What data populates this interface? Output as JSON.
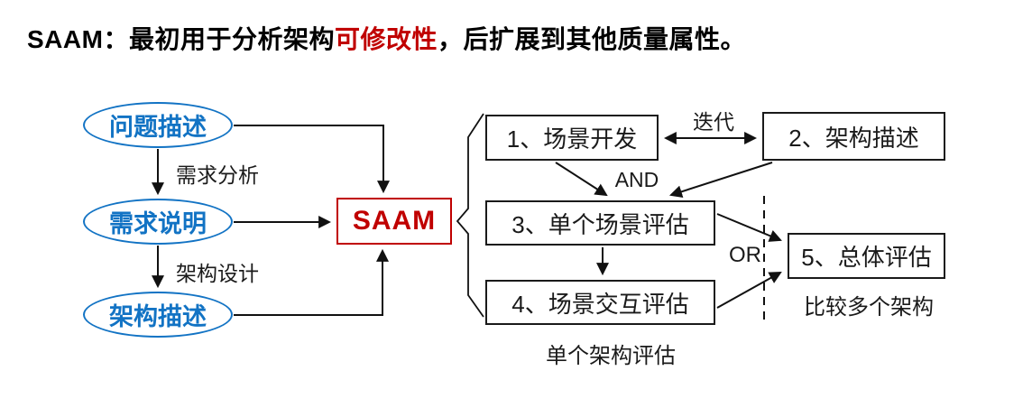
{
  "title": {
    "prefix": "SAAM：最初用于分析架构",
    "highlight": "可修改性",
    "suffix": "，后扩展到其他质量属性。"
  },
  "colors": {
    "blue": "#1273c4",
    "red": "#c00000",
    "line": "#111111"
  },
  "left_flow": {
    "ellipses": [
      {
        "label": "问题描述"
      },
      {
        "label": "需求说明"
      },
      {
        "label": "架构描述"
      }
    ],
    "edge_labels": [
      {
        "label": "需求分析"
      },
      {
        "label": "架构设计"
      }
    ],
    "saam": "SAAM"
  },
  "right_flow": {
    "boxes": [
      {
        "label": "1、场景开发"
      },
      {
        "label": "2、架构描述"
      },
      {
        "label": "3、单个场景评估"
      },
      {
        "label": "4、场景交互评估"
      },
      {
        "label": "5、总体评估"
      }
    ],
    "labels": {
      "iterate": "迭代",
      "and": "AND",
      "or": "OR",
      "single_arch": "单个架构评估",
      "compare": "比较多个架构"
    }
  }
}
